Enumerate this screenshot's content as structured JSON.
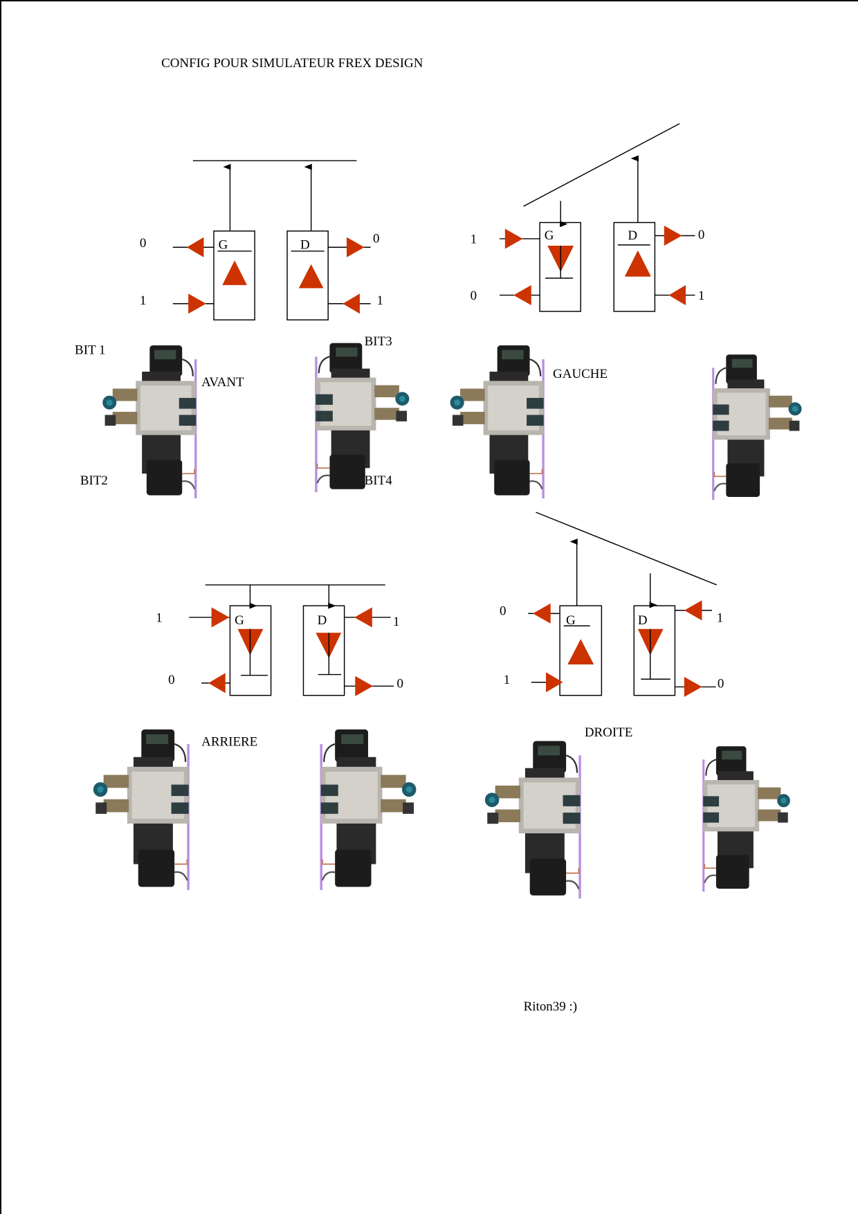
{
  "title": "CONFIG POUR SIMULATEUR  FREX DESIGN",
  "colors": {
    "arrow": "#cc3300",
    "rail": "#b98ee0",
    "line": "#000000"
  },
  "panels": {
    "avant": {
      "label": "AVANT",
      "g": "G",
      "d": "D",
      "g_top": "0",
      "g_bottom": "1",
      "d_top": "0",
      "d_bottom": "1"
    },
    "gauche": {
      "label": "GAUCHE",
      "g": "G",
      "d": "D",
      "g_top": "1",
      "g_bottom": "0",
      "d_top": "0",
      "d_bottom": "1"
    },
    "arriere": {
      "label": "ARRIERE",
      "g": "G",
      "d": "D",
      "g_top": "1",
      "g_bottom": "0",
      "d_top": "1",
      "d_bottom": "0"
    },
    "droite": {
      "label": "DROITE",
      "g": "G",
      "d": "D",
      "g_top": "0",
      "g_bottom": "1",
      "d_top": "1",
      "d_bottom": "0"
    }
  },
  "bits": {
    "bit1": "BIT 1",
    "bit2": "BIT2",
    "bit3": "BIT3",
    "bit4": "BIT4"
  },
  "signature": "Riton39 :)"
}
